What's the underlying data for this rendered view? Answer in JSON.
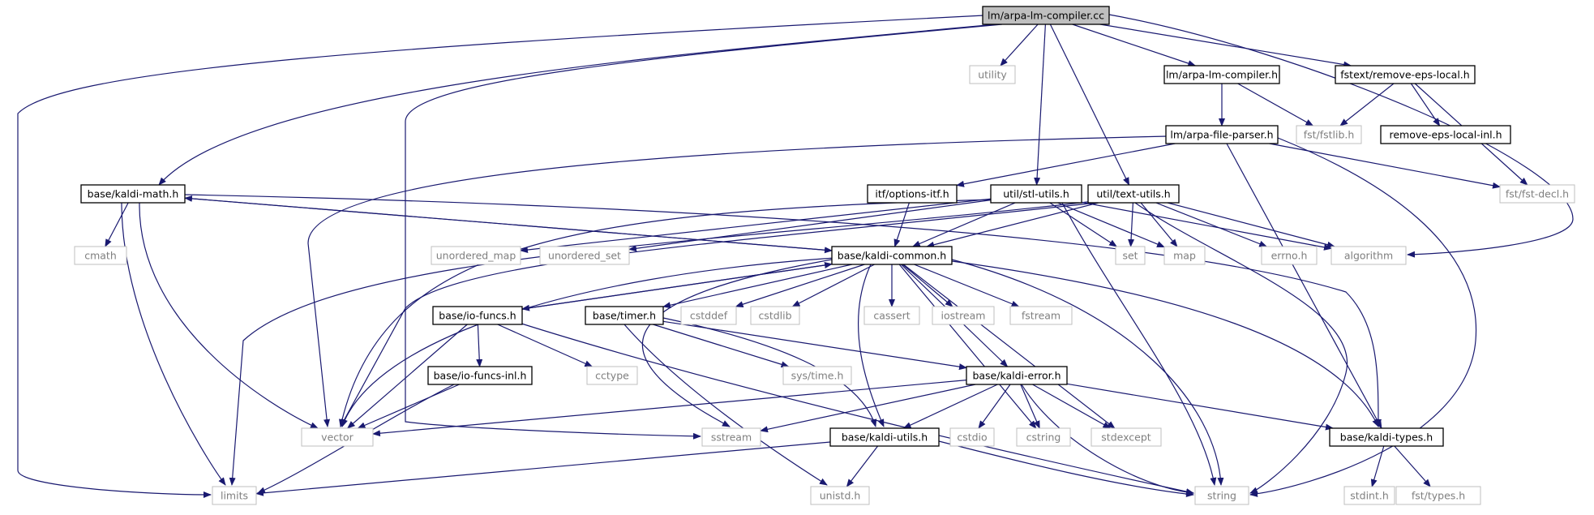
{
  "graph": {
    "edge_color": "#191970",
    "node_border_internal": "#000000",
    "node_border_external": "#bfbfbf",
    "root_fill": "#bfbfbf",
    "nodes": [
      {
        "id": "root",
        "label": "lm/arpa-lm-compiler.cc",
        "kind": "root"
      },
      {
        "id": "utility",
        "label": "utility",
        "kind": "external"
      },
      {
        "id": "lm_compiler_h",
        "label": "lm/arpa-lm-compiler.h",
        "kind": "internal"
      },
      {
        "id": "remove_eps_local",
        "label": "fstext/remove-eps-local.h",
        "kind": "internal"
      },
      {
        "id": "fstlib",
        "label": "fst/fstlib.h",
        "kind": "external"
      },
      {
        "id": "remove_eps_local_inl",
        "label": "remove-eps-local-inl.h",
        "kind": "internal"
      },
      {
        "id": "arpa_file_parser",
        "label": "lm/arpa-file-parser.h",
        "kind": "internal"
      },
      {
        "id": "fst_decl",
        "label": "fst/fst-decl.h",
        "kind": "external"
      },
      {
        "id": "kaldi_math",
        "label": "base/kaldi-math.h",
        "kind": "internal"
      },
      {
        "id": "options_itf",
        "label": "itf/options-itf.h",
        "kind": "internal"
      },
      {
        "id": "stl_utils",
        "label": "util/stl-utils.h",
        "kind": "internal"
      },
      {
        "id": "text_utils",
        "label": "util/text-utils.h",
        "kind": "internal"
      },
      {
        "id": "cmath",
        "label": "cmath",
        "kind": "external"
      },
      {
        "id": "unordered_map",
        "label": "unordered_map",
        "kind": "external"
      },
      {
        "id": "unordered_set",
        "label": "unordered_set",
        "kind": "external"
      },
      {
        "id": "kaldi_common",
        "label": "base/kaldi-common.h",
        "kind": "internal"
      },
      {
        "id": "set",
        "label": "set",
        "kind": "external"
      },
      {
        "id": "map",
        "label": "map",
        "kind": "external"
      },
      {
        "id": "errno",
        "label": "errno.h",
        "kind": "external"
      },
      {
        "id": "algorithm",
        "label": "algorithm",
        "kind": "external"
      },
      {
        "id": "io_funcs",
        "label": "base/io-funcs.h",
        "kind": "internal"
      },
      {
        "id": "timer",
        "label": "base/timer.h",
        "kind": "internal"
      },
      {
        "id": "cstddef",
        "label": "cstddef",
        "kind": "external"
      },
      {
        "id": "cstdlib",
        "label": "cstdlib",
        "kind": "external"
      },
      {
        "id": "cassert",
        "label": "cassert",
        "kind": "external"
      },
      {
        "id": "iostream",
        "label": "iostream",
        "kind": "external"
      },
      {
        "id": "fstream",
        "label": "fstream",
        "kind": "external"
      },
      {
        "id": "cctype",
        "label": "cctype",
        "kind": "external"
      },
      {
        "id": "sys_time",
        "label": "sys/time.h",
        "kind": "external"
      },
      {
        "id": "io_funcs_inl",
        "label": "base/io-funcs-inl.h",
        "kind": "internal"
      },
      {
        "id": "kaldi_error",
        "label": "base/kaldi-error.h",
        "kind": "internal"
      },
      {
        "id": "vector",
        "label": "vector",
        "kind": "external"
      },
      {
        "id": "sstream",
        "label": "sstream",
        "kind": "external"
      },
      {
        "id": "cstdio",
        "label": "cstdio",
        "kind": "external"
      },
      {
        "id": "cstring",
        "label": "cstring",
        "kind": "external"
      },
      {
        "id": "stdexcept",
        "label": "stdexcept",
        "kind": "external"
      },
      {
        "id": "kaldi_types",
        "label": "base/kaldi-types.h",
        "kind": "internal"
      },
      {
        "id": "kaldi_utils",
        "label": "base/kaldi-utils.h",
        "kind": "internal"
      },
      {
        "id": "limits",
        "label": "limits",
        "kind": "external"
      },
      {
        "id": "unistd",
        "label": "unistd.h",
        "kind": "external"
      },
      {
        "id": "string",
        "label": "string",
        "kind": "external"
      },
      {
        "id": "stdint",
        "label": "stdint.h",
        "kind": "external"
      },
      {
        "id": "fst_types",
        "label": "fst/types.h",
        "kind": "external"
      }
    ],
    "edges": [
      [
        "root",
        "utility"
      ],
      [
        "root",
        "lm_compiler_h"
      ],
      [
        "root",
        "remove_eps_local"
      ],
      [
        "root",
        "kaldi_math"
      ],
      [
        "root",
        "stl_utils"
      ],
      [
        "root",
        "text_utils"
      ],
      [
        "root",
        "algorithm"
      ],
      [
        "root",
        "limits"
      ],
      [
        "root",
        "sstream"
      ],
      [
        "lm_compiler_h",
        "arpa_file_parser"
      ],
      [
        "lm_compiler_h",
        "fstlib"
      ],
      [
        "remove_eps_local",
        "fstlib"
      ],
      [
        "remove_eps_local",
        "remove_eps_local_inl"
      ],
      [
        "remove_eps_local",
        "fst_decl"
      ],
      [
        "arpa_file_parser",
        "options_itf"
      ],
      [
        "arpa_file_parser",
        "vector"
      ],
      [
        "arpa_file_parser",
        "fst_decl"
      ],
      [
        "arpa_file_parser",
        "kaldi_types"
      ],
      [
        "arpa_file_parser",
        "string"
      ],
      [
        "kaldi_math",
        "cmath"
      ],
      [
        "kaldi_math",
        "limits"
      ],
      [
        "kaldi_math",
        "vector"
      ],
      [
        "kaldi_math",
        "kaldi_common"
      ],
      [
        "kaldi_math",
        "kaldi_types"
      ],
      [
        "options_itf",
        "kaldi_common"
      ],
      [
        "stl_utils",
        "unordered_map"
      ],
      [
        "stl_utils",
        "unordered_set"
      ],
      [
        "stl_utils",
        "kaldi_common"
      ],
      [
        "stl_utils",
        "set"
      ],
      [
        "stl_utils",
        "map"
      ],
      [
        "stl_utils",
        "algorithm"
      ],
      [
        "stl_utils",
        "vector"
      ],
      [
        "stl_utils",
        "string"
      ],
      [
        "text_utils",
        "kaldi_common"
      ],
      [
        "text_utils",
        "set"
      ],
      [
        "text_utils",
        "map"
      ],
      [
        "text_utils",
        "errno"
      ],
      [
        "text_utils",
        "algorithm"
      ],
      [
        "text_utils",
        "limits"
      ],
      [
        "text_utils",
        "string"
      ],
      [
        "text_utils",
        "vector"
      ],
      [
        "kaldi_common",
        "kaldi_math"
      ],
      [
        "kaldi_common",
        "io_funcs"
      ],
      [
        "kaldi_common",
        "timer"
      ],
      [
        "kaldi_common",
        "cstddef"
      ],
      [
        "kaldi_common",
        "cstdlib"
      ],
      [
        "kaldi_common",
        "cassert"
      ],
      [
        "kaldi_common",
        "iostream"
      ],
      [
        "kaldi_common",
        "fstream"
      ],
      [
        "kaldi_common",
        "kaldi_error"
      ],
      [
        "kaldi_common",
        "kaldi_utils"
      ],
      [
        "kaldi_common",
        "kaldi_types"
      ],
      [
        "kaldi_common",
        "string"
      ],
      [
        "kaldi_common",
        "vector"
      ],
      [
        "kaldi_common",
        "sstream"
      ],
      [
        "kaldi_common",
        "cstring"
      ],
      [
        "kaldi_common",
        "stdexcept"
      ],
      [
        "io_funcs",
        "kaldi_common"
      ],
      [
        "io_funcs",
        "cctype"
      ],
      [
        "io_funcs",
        "io_funcs_inl"
      ],
      [
        "io_funcs",
        "vector"
      ],
      [
        "io_funcs",
        "string"
      ],
      [
        "timer",
        "sys_time"
      ],
      [
        "timer",
        "kaldi_error"
      ],
      [
        "timer",
        "unistd"
      ],
      [
        "timer",
        "kaldi_utils"
      ],
      [
        "io_funcs_inl",
        "vector"
      ],
      [
        "io_funcs_inl",
        "limits"
      ],
      [
        "kaldi_error",
        "vector"
      ],
      [
        "kaldi_error",
        "sstream"
      ],
      [
        "kaldi_error",
        "kaldi_utils"
      ],
      [
        "kaldi_error",
        "cstdio"
      ],
      [
        "kaldi_error",
        "cstring"
      ],
      [
        "kaldi_error",
        "stdexcept"
      ],
      [
        "kaldi_error",
        "kaldi_types"
      ],
      [
        "kaldi_error",
        "string"
      ],
      [
        "kaldi_utils",
        "limits"
      ],
      [
        "kaldi_utils",
        "unistd"
      ],
      [
        "kaldi_utils",
        "string"
      ],
      [
        "kaldi_types",
        "stdint"
      ],
      [
        "kaldi_types",
        "fst_types"
      ]
    ]
  }
}
